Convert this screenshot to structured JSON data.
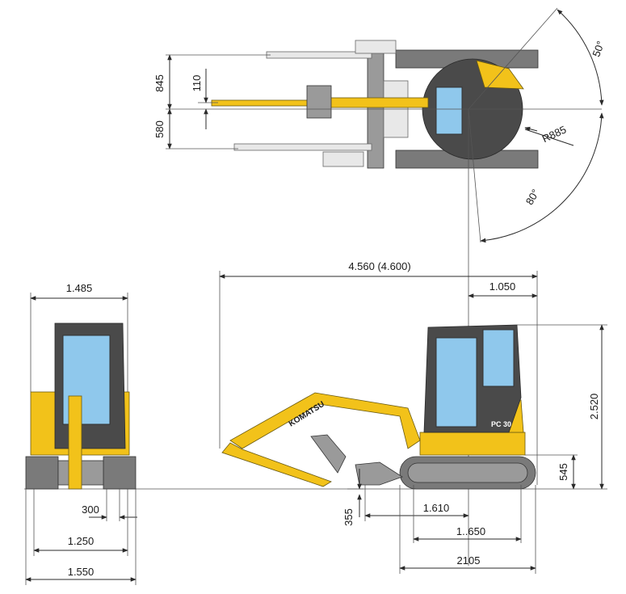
{
  "top_view": {
    "dim_845": "845",
    "dim_110": "110",
    "dim_580": "580",
    "radius": "R885",
    "angle_right": "50°",
    "angle_left": "80°"
  },
  "side_view": {
    "overall_length": "4.560 (4.600)",
    "tail_swing": "1.050",
    "height": "2.520",
    "ground_clearance": "545",
    "blade_depth": "355",
    "tumbler_distance": "1.610",
    "track_length": "1..650",
    "track_overall": "2105",
    "brand": "KOMATSU",
    "model": "PC 30"
  },
  "front_view": {
    "cab_width": "1.485",
    "shoe_width": "300",
    "track_gauge": "1.250",
    "overall_width": "1.550"
  },
  "colors": {
    "machine_yellow": "#f2c21a",
    "cab_dark": "#4a4a4a",
    "glass": "#8fc8ec"
  }
}
